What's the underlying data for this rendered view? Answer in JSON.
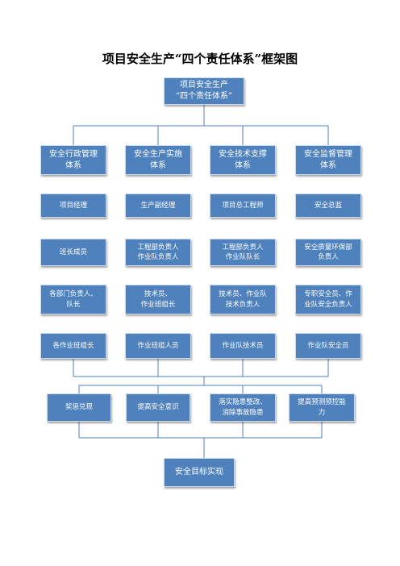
{
  "title": "项目安全生产“四个责任体系”框架图",
  "top_box": "项目安全生产\n“四个责任体系”",
  "columns": [
    {
      "header": "安全行政管理\n体系",
      "items": [
        "项目经理",
        "班长成员",
        "各部门负责人、\n队长",
        "各作业班组长"
      ]
    },
    {
      "header": "安全生产实施\n体系",
      "items": [
        "生产副经理",
        "工程部负责人\n作业队负责人",
        "技术员、\n作业班组长",
        "作业班组人员"
      ]
    },
    {
      "header": "安全技术支撑\n体系",
      "items": [
        "项目总工程师",
        "工程部负责人\n作业队队长",
        "技术员、作业队\n技术负责人",
        "作业队技术员"
      ]
    },
    {
      "header": "安全监督管理\n体系",
      "items": [
        "安全总监",
        "安全质量环保部\n负责人",
        "专职安全员、作\n业队安全负责人",
        "作业队安全员"
      ]
    }
  ],
  "outcomes": [
    "奖惩兑现",
    "提高安全意识",
    "落实隐患整改、\n消除事故隐患",
    "提高预测预控能\n力"
  ],
  "final_box": "安全目标实现"
}
